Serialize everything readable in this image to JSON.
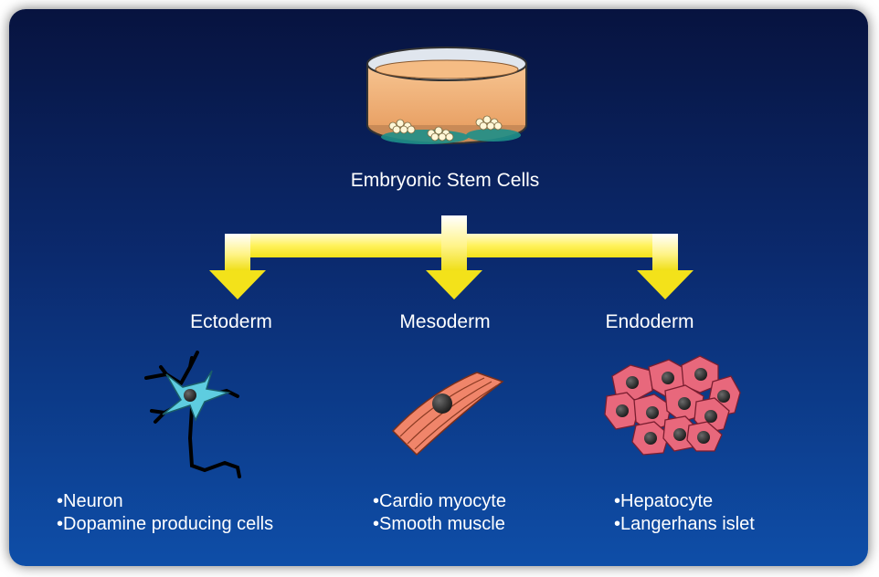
{
  "diagram": {
    "root": {
      "label": "Embryonic Stem Cells"
    },
    "branches": [
      {
        "name": "Ectoderm",
        "items": [
          "•Neuron",
          "•Dopamine producing cells"
        ]
      },
      {
        "name": "Mesoderm",
        "items": [
          "•Cardio myocyte",
          "•Smooth muscle"
        ]
      },
      {
        "name": "Endoderm",
        "items": [
          "•Hepatocyte",
          "•Langerhans islet"
        ]
      }
    ],
    "icons": {
      "root": "petri-dish-icon",
      "ectoderm": "neuron-icon",
      "mesoderm": "muscle-cell-icon",
      "endoderm": "hepatocyte-cluster-icon"
    },
    "colors": {
      "background_top": "#07133f",
      "background_bottom": "#0e4ea8",
      "arrow": "#fff25c",
      "neuron": "#5ecde0",
      "muscle": "#f0856a",
      "hepatocyte": "#e8687c",
      "dish_medium": "#f2b27a"
    }
  }
}
